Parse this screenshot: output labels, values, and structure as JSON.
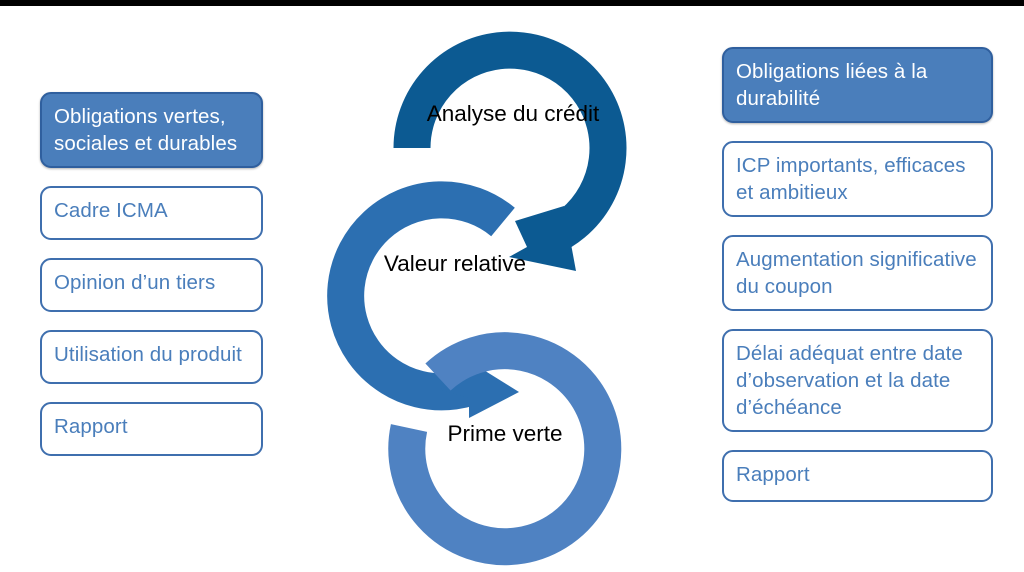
{
  "diagram": {
    "title_present": false,
    "colors": {
      "dark_blue": "#0c5a92",
      "medium_blue": "#2c6fb1",
      "light_blue": "#4f82c2",
      "chip_fill": "#4a7ebb",
      "chip_border": "#3f6fae",
      "chip_text": "#4a7ebb",
      "chip_text_inverse": "#ffffff",
      "label_text": "#000000",
      "top_bar": "#000000"
    }
  },
  "left_column": {
    "header": {
      "label": "Obligations vertes, sociales et durables"
    },
    "items": [
      {
        "label": "Cadre ICMA"
      },
      {
        "label": "Opinion d’un tiers"
      },
      {
        "label": "Utilisation du produit"
      },
      {
        "label": "Rapport"
      }
    ]
  },
  "right_column": {
    "header": {
      "label": "Obligations liées à la durabilité"
    },
    "items": [
      {
        "label": "ICP importants, efficaces et ambitieux"
      },
      {
        "label": "Augmentation significative du coupon"
      },
      {
        "label": "Délai adéquat entre date d’observation et la date d’échéance"
      },
      {
        "label": "Rapport"
      }
    ]
  },
  "cycle": {
    "steps": [
      {
        "id": "credit",
        "label": "Analyse du crédit",
        "color": "#0c5a92",
        "has_arrowhead": true
      },
      {
        "id": "valeur",
        "label": "Valeur relative",
        "color": "#2c6fb1",
        "has_arrowhead": true
      },
      {
        "id": "prime",
        "label": "Prime verte",
        "color": "#4f82c2",
        "has_arrowhead": false
      }
    ]
  }
}
